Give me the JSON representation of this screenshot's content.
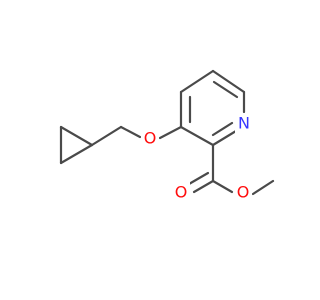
{
  "molecule": {
    "atoms": {
      "nitrogen": {
        "symbol": "N",
        "color": "#3636ff"
      },
      "ether_oxygen": {
        "symbol": "O",
        "color": "#ff0d0d"
      },
      "carbonyl_oxygen": {
        "symbol": "O",
        "color": "#ff0d0d"
      },
      "ester_oxygen": {
        "symbol": "O",
        "color": "#ff0d0d"
      }
    },
    "bond_color": "#4a4a4a",
    "background": "#ffffff"
  }
}
